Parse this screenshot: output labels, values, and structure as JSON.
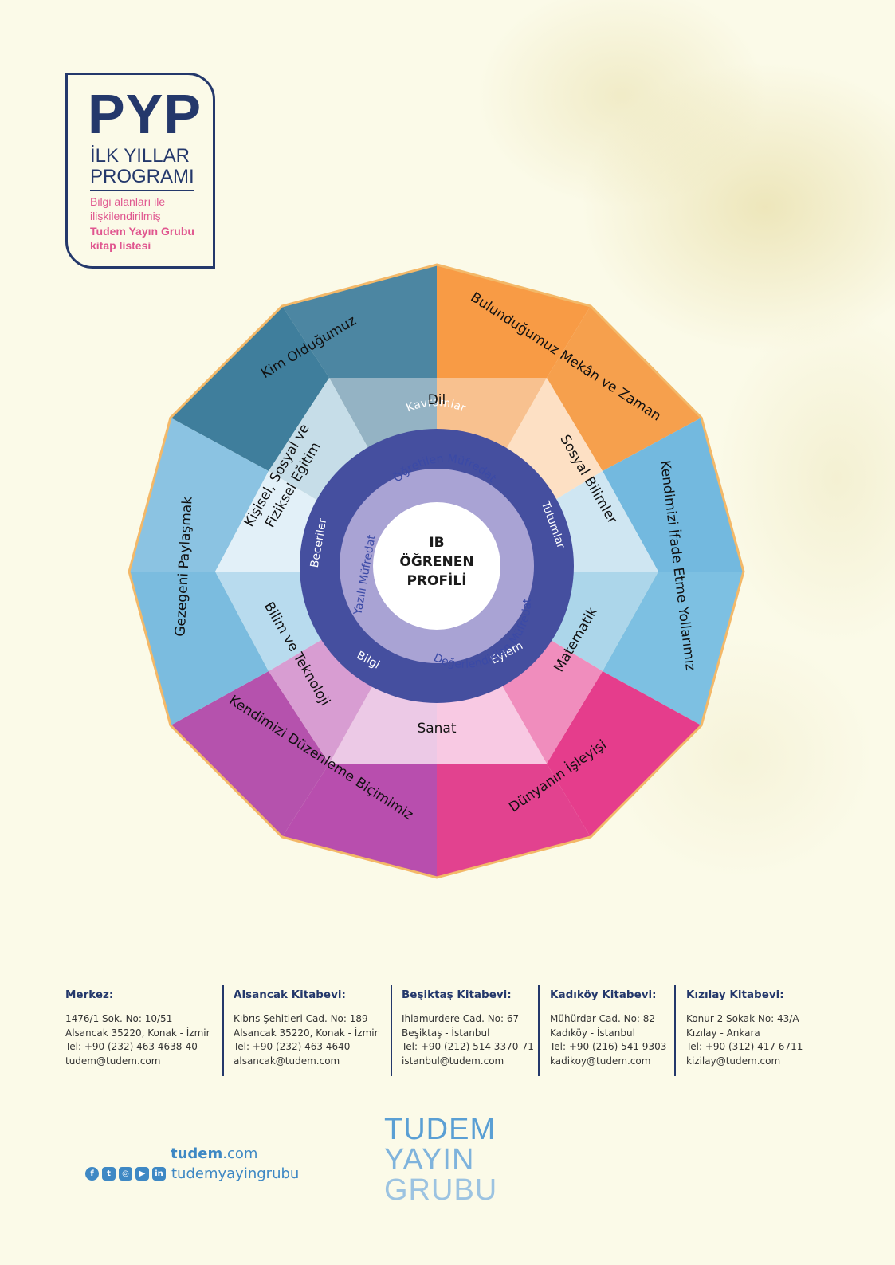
{
  "header": {
    "title": "PYP",
    "subtitle_line1": "İLK YILLAR",
    "subtitle_line2": "PROGRAMI",
    "description_lines": [
      "Bilgi alanları ile",
      "ilişkilendirilmiş"
    ],
    "highlight_lines": [
      "Tudem Yayın Grubu",
      "kitap listesi"
    ]
  },
  "diagram": {
    "center": [
      "IB",
      "ÖĞRENEN",
      "PROFİLİ"
    ],
    "outer_themes": [
      "Kim Olduğumuz",
      "Bulunduğumuz Mekân ve Zaman",
      "Kendimizi İfade Etme Yollarımız",
      "Dünyanın İşleyişi",
      "Kendimizi Düzenleme Biçimimiz",
      "Gezegeni Paylaşmak"
    ],
    "subjects": {
      "top": "Dil",
      "upper_right": "Sosyal Bilimler",
      "lower_right": "Matematik",
      "bottom": "Sanat",
      "lower_left": "Bilim ve Teknoloji",
      "upper_left": [
        "Kişisel, Sosyal ve",
        "Fiziksel Eğitim"
      ]
    },
    "ring": {
      "top": "Kavramlar",
      "right": "Tutumlar",
      "lower_right": "Eylem",
      "lower_left": "Bilgi",
      "left": "Beceriler"
    },
    "inner_ring": {
      "top": "Öğretilen Müfredat",
      "bottom": "Değerlendirilen Müfredat",
      "left": "Yazılı Müfredat"
    },
    "colors": {
      "blue_dark": "#3f7e9c",
      "orange": "#f6a04d",
      "blue_light": "#76bbdf",
      "magenta": "#e3418f",
      "purple": "#b652ad",
      "ring": "#454f9f",
      "inner_ring": "#a9a3d4"
    }
  },
  "branches": [
    {
      "name": "Merkez:",
      "lines": [
        "1476/1 Sok. No: 10/51",
        "Alsancak 35220, Konak - İzmir",
        "Tel: +90 (232) 463 4638-40",
        "tudem@tudem.com"
      ]
    },
    {
      "name": "Alsancak Kitabevi:",
      "lines": [
        "Kıbrıs Şehitleri Cad. No: 189",
        "Alsancak 35220, Konak - İzmir",
        "Tel: +90 (232) 463 4640",
        "alsancak@tudem.com"
      ]
    },
    {
      "name": "Beşiktaş Kitabevi:",
      "lines": [
        "Ihlamurdere Cad. No: 67",
        "Beşiktaş - İstanbul",
        "Tel: +90 (212) 514 3370-71",
        "istanbul@tudem.com"
      ]
    },
    {
      "name": "Kadıköy Kitabevi:",
      "lines": [
        "Mühürdar Cad. No: 82",
        "Kadıköy - İstanbul",
        "Tel: +90 (216) 541 9303",
        "kadikoy@tudem.com"
      ]
    },
    {
      "name": "Kızılay Kitabevi:",
      "lines": [
        "Konur 2 Sokak No: 43/A",
        "Kızılay - Ankara",
        "Tel: +90 (312) 417 6711",
        "kizilay@tudem.com"
      ]
    }
  ],
  "footer": {
    "site_bold": "tudem",
    "site_rest": ".com",
    "social_icons": [
      "facebook-icon",
      "twitter-icon",
      "instagram-icon",
      "youtube-icon",
      "linkedin-icon"
    ],
    "social_handle": "tudemyayingrubu",
    "logo": [
      "TUDEM",
      "YAYIN",
      "GRUBU"
    ],
    "logo_colors": [
      "#5a9fd4",
      "#7fb3dc",
      "#9cc3e1"
    ]
  }
}
